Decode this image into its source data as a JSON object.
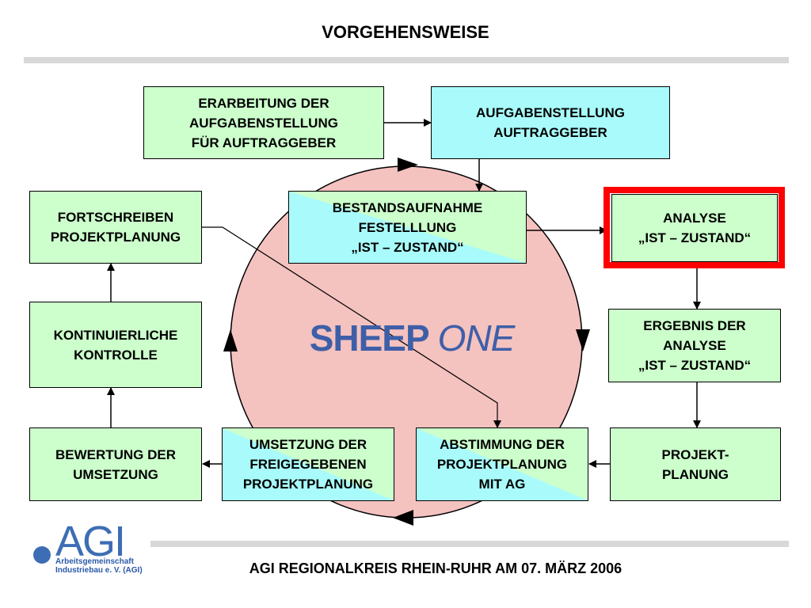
{
  "title": "VORGEHENSWEISE",
  "center": {
    "main": "SHEEP",
    "italic": "ONE"
  },
  "boxes": {
    "erarbeitung": "ERARBEITUNG DER\nAUFGABENSTELLUNG\nFÜR AUFTRAGGEBER",
    "aufgabenstellung": "AUFGABENSTELLUNG\nAUFTRAGGEBER",
    "fortschreiben": "FORTSCHREIBEN\nPROJEKTPLANUNG",
    "bestandsaufnahme": "BESTANDSAUFNAHME\nFESTELLLUNG\n„IST – ZUSTAND“",
    "analyse": "ANALYSE\n„IST – ZUSTAND“",
    "kontinuierliche": "KONTINUIERLICHE\nKONTROLLE",
    "ergebnis": "ERGEBNIS DER\nANALYSE\n„IST – ZUSTAND“",
    "bewertung": "BEWERTUNG DER\nUMSETZUNG",
    "umsetzung": "UMSETZUNG DER\nFREIGEGEBENEN\nPROJEKTPLANUNG",
    "abstimmung": "ABSTIMMUNG DER\nPROJEKTPLANUNG\nMIT AG",
    "projektplanung": "PROJEKT-\nPLANUNG"
  },
  "logo": {
    "name": "AGI",
    "sub": "Arbeitsgemeinschaft\nIndustriebau e. V. (AGI)"
  },
  "footer": "AGI  REGIONALKREIS RHEIN-RUHR  AM 07. MÄRZ 2006",
  "colors": {
    "box_green": "#ccffcc",
    "box_cyan": "#a9fbfb",
    "circle": "#f4c2bf",
    "highlight": "#ff0000",
    "center_text": "#3e5fa8"
  }
}
